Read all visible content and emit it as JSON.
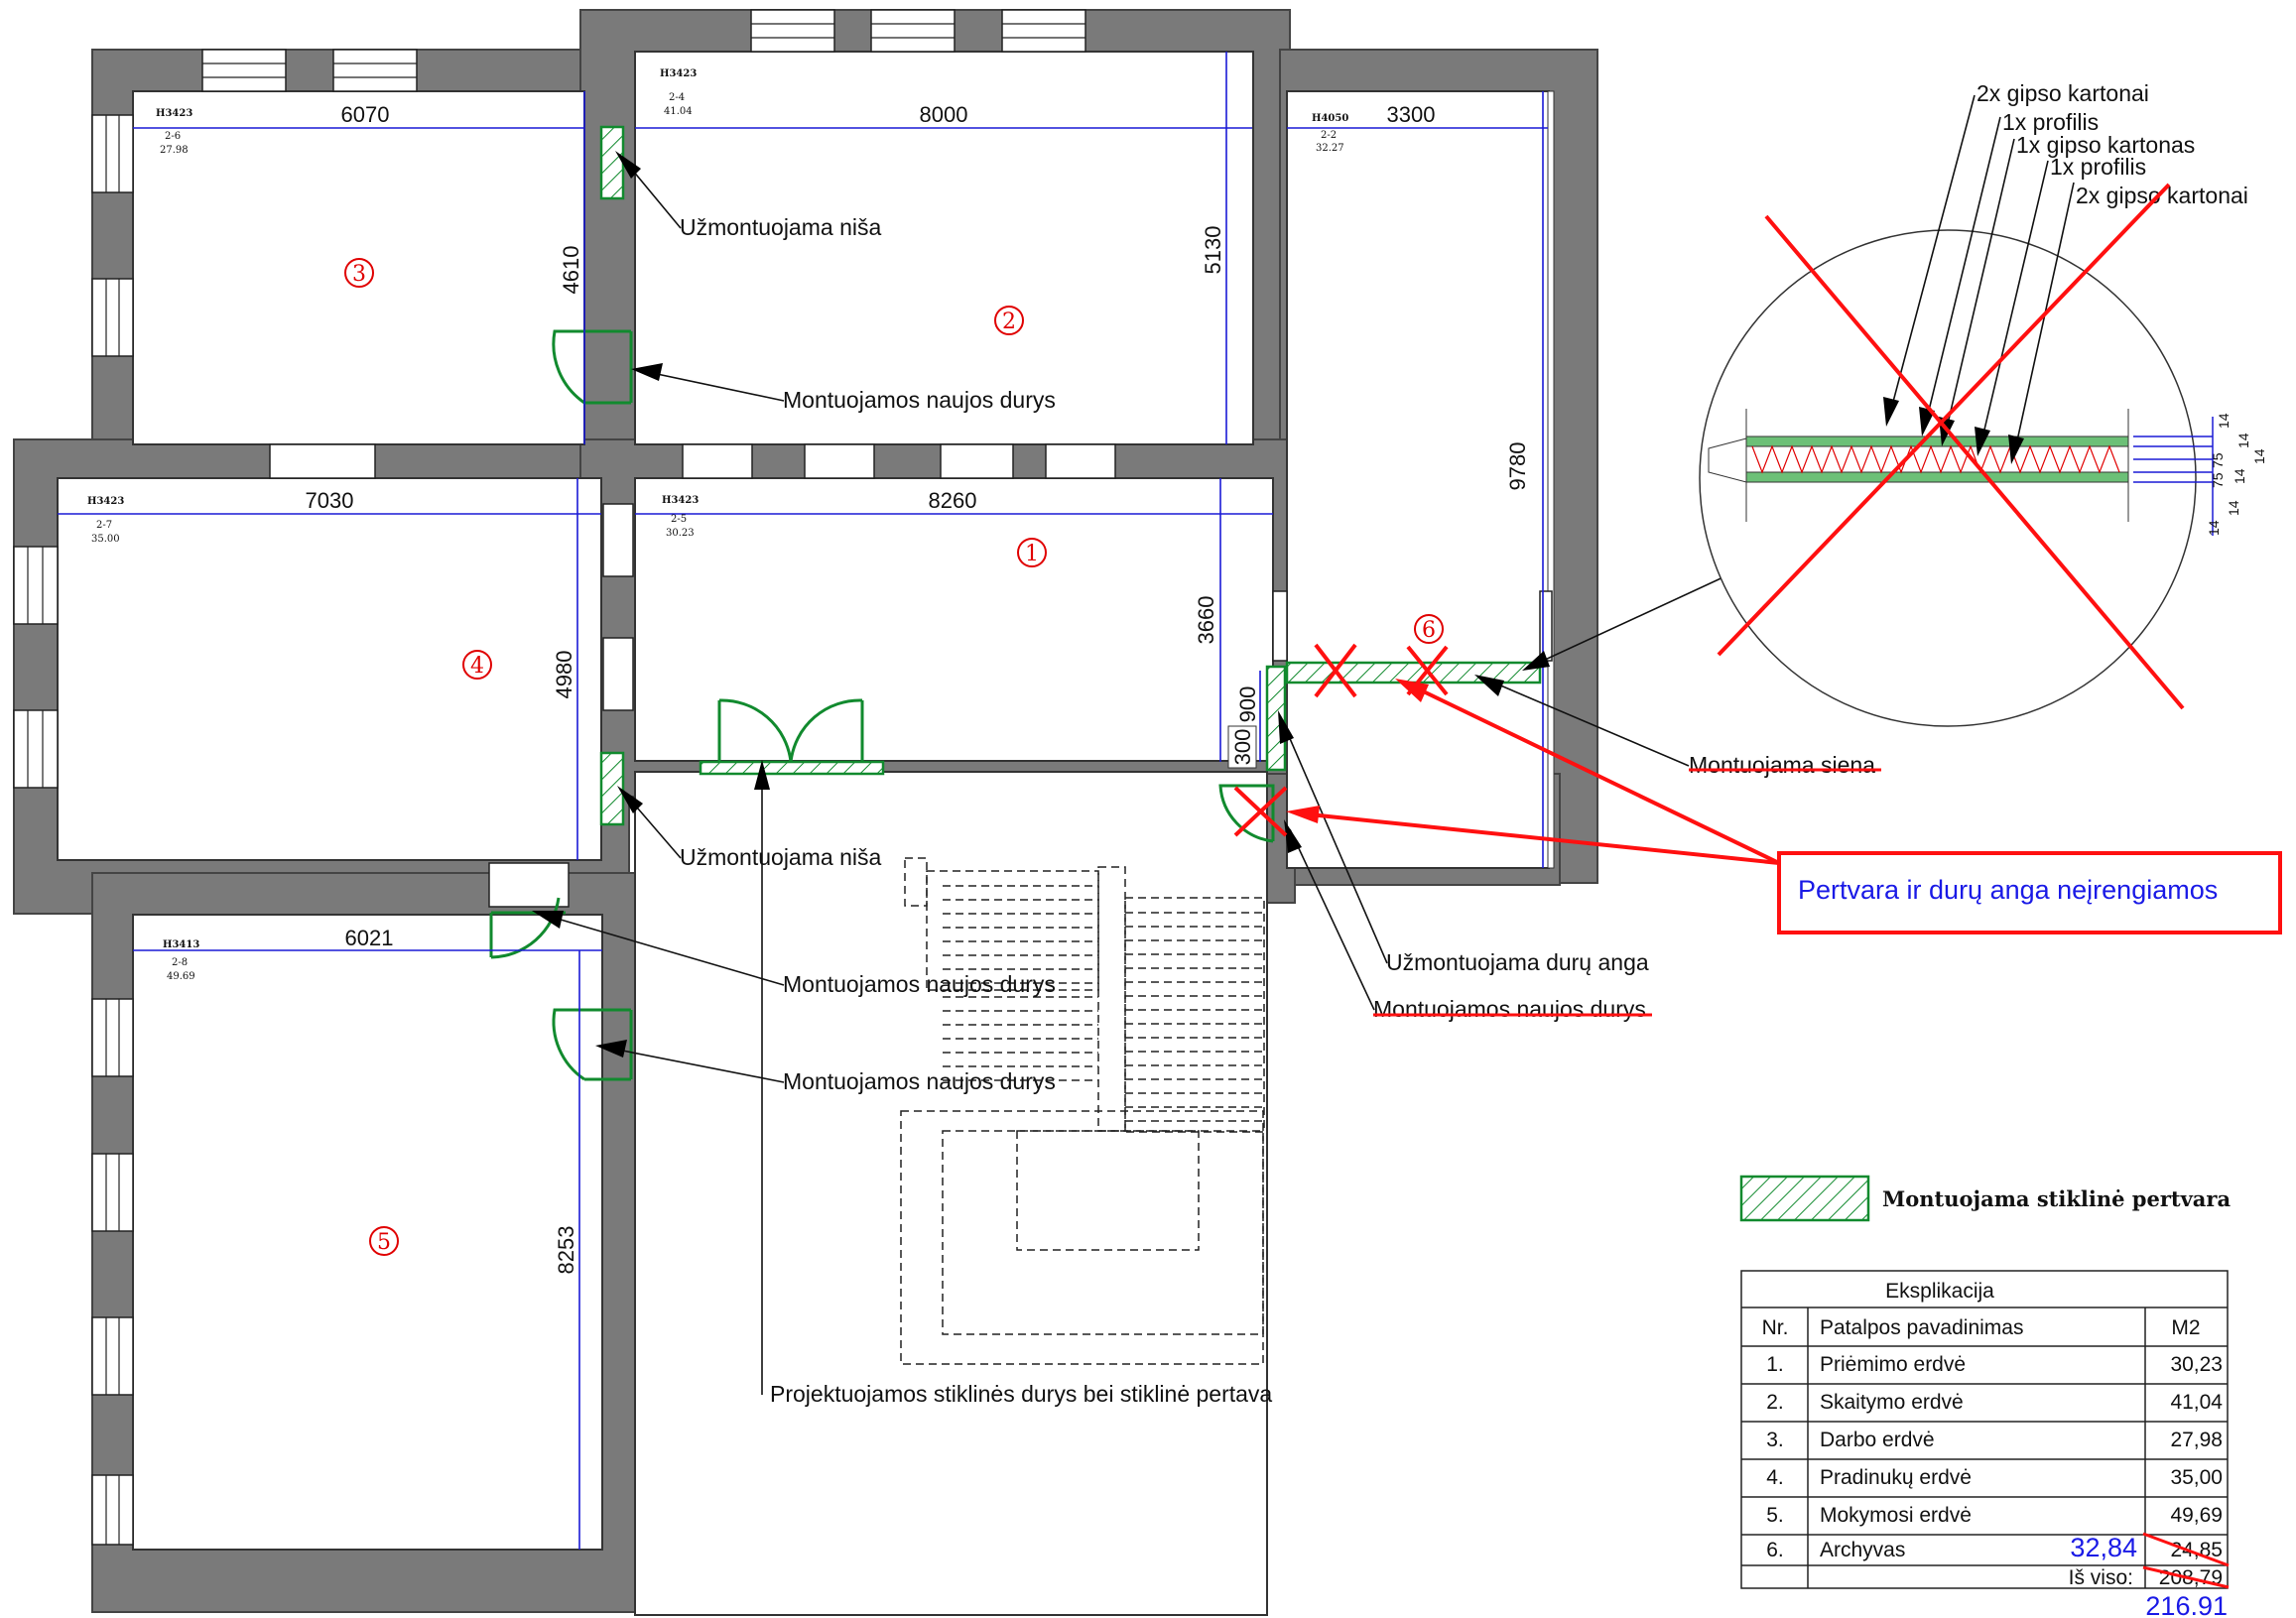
{
  "rooms": [
    {
      "num": "1",
      "tag": "H3423",
      "code": "2-5",
      "area": "30.23"
    },
    {
      "num": "2",
      "tag": "H3423",
      "code": "2-4",
      "area": "41.04"
    },
    {
      "num": "3",
      "tag": "H3423",
      "code": "2-6",
      "area": "27.98"
    },
    {
      "num": "4",
      "tag": "H3423",
      "code": "2-7",
      "area": "35.00"
    },
    {
      "num": "5",
      "tag": "H3413",
      "code": "2-8",
      "area": "49.69"
    },
    {
      "num": "6",
      "tag": "H4050",
      "code": "2-2",
      "area": "32.27"
    }
  ],
  "dims": {
    "r3_width": "6070",
    "r2_width": "8000",
    "r6_width": "3300",
    "r3_height": "4610",
    "r2_height": "5130",
    "r6_height": "9780",
    "r4_width": "7030",
    "r1_width": "8260",
    "r1_height": "3660",
    "r4_height": "4980",
    "d900": "900",
    "d300": "300",
    "r5_width": "6021",
    "r5_height": "8253"
  },
  "labels": {
    "niche_top": "Užmontuojama niša",
    "new_door_1": "Montuojamos naujos durys",
    "niche_mid": "Užmontuojama niša",
    "new_door_2": "Montuojamos naujos durys",
    "new_door_3": "Montuojamos naujos durys",
    "door_opening": "Užmontuojama durų anga",
    "new_door_4": "Montuojamos naujos durys",
    "wall_struck": "Montuojama siena",
    "glass_doors": "Projektuojamos stiklinės durys bei stiklinė pertava",
    "notice": "Pertvara ir durų anga neįrengiamos"
  },
  "detail": {
    "layers": [
      "2x gipso kartonai",
      "1x profilis",
      "1x gipso kartonas",
      "1x profilis",
      "2x gipso kartonai"
    ],
    "dims": [
      "14",
      "14",
      "75",
      "75",
      "14",
      "14",
      "14",
      "14"
    ]
  },
  "legend": {
    "label": "Montuojama stiklinė pertvara"
  },
  "table": {
    "title": "Eksplikacija",
    "headers": [
      "Nr.",
      "Patalpos pavadinimas",
      "M2"
    ],
    "rows": [
      {
        "nr": "1.",
        "name": "Priėmimo erdvė",
        "m2": "30,23"
      },
      {
        "nr": "2.",
        "name": "Skaitymo erdvė",
        "m2": "41,04"
      },
      {
        "nr": "3.",
        "name": "Darbo erdvė",
        "m2": "27,98"
      },
      {
        "nr": "4.",
        "name": "Pradinukų erdvė",
        "m2": "35,00"
      },
      {
        "nr": "5.",
        "name": "Mokymosi erdvė",
        "m2": "49,69"
      },
      {
        "nr": "6.",
        "name": "Archyvas",
        "m2": "24,85",
        "new_m2": "32,84"
      }
    ],
    "total_label": "Iš viso:",
    "total": "208,79",
    "new_total": "216.91"
  },
  "colors": {
    "wall": "#7a7a7a",
    "dim": "#1a1ad6",
    "door": "#118a2e",
    "cross": "#ff1010",
    "blue": "#1a1ae6"
  }
}
